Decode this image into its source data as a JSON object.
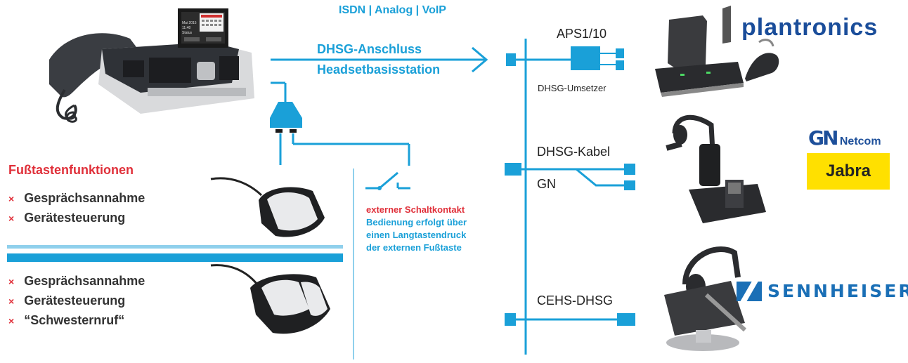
{
  "top_protocols": "ISDN | Analog | VoIP",
  "connection": {
    "line1": "DHSG-Anschluss",
    "line2": "Headsetbasisstation"
  },
  "phone_screen": {
    "line1": "Mai 2015",
    "line2": "11:48",
    "line3": "Status"
  },
  "branches": {
    "aps_label": "APS1/10",
    "aps_caption": "DHSG-Umsetzer",
    "gn_cable_label": "DHSG-Kabel",
    "gn_label": "GN",
    "cehs_label": "CEHS-DHSG"
  },
  "brands": {
    "plantronics": "plantronics",
    "gn_logo": "GN",
    "netcom": "Netcom",
    "jabra": "Jabra",
    "sennheiser": "SENNHEISER"
  },
  "foot_panel": {
    "heading": "Fußtastenfunktionen",
    "group1": [
      "Gesprächsannahme",
      "Gerätesteuerung"
    ],
    "group2": [
      "Gesprächsannahme",
      "Gerätesteuerung",
      "“Schwesternruf“"
    ]
  },
  "switch_note": {
    "line1": "externer Schaltkontakt",
    "line2": "Bedienung erfolgt über",
    "line3": "einen Langtastendruck",
    "line4": "der externen Fußtaste"
  },
  "colors": {
    "accent_blue": "#1aa0d8",
    "heading_red": "#e0303a",
    "jabra_yellow": "#ffe000",
    "gn_blue": "#1d4f9a",
    "sennheiser_blue": "#1a6fb6"
  }
}
